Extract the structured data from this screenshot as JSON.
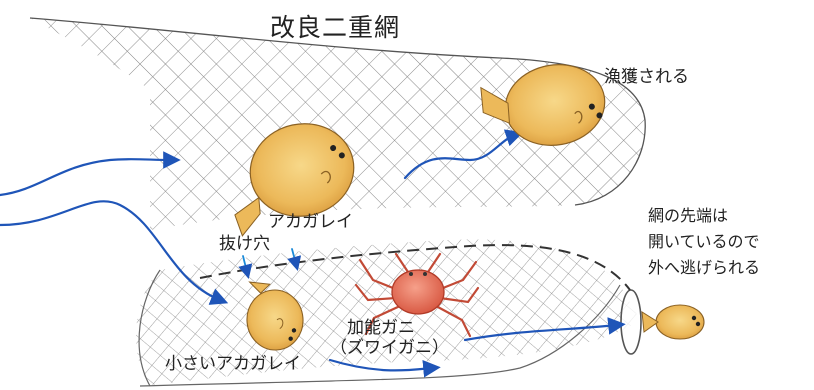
{
  "diagram": {
    "title": "改良二重網",
    "labels": {
      "caught": "漁獲される",
      "flounder": "アカガレイ",
      "escape_hole": "抜け穴",
      "small_flounder": "小さいアカガレイ",
      "crab_line1": "加能ガニ",
      "crab_line2": "（ズワイガニ）",
      "open_tip_line1": "網の先端は",
      "open_tip_line2": "開いているので",
      "open_tip_line3": "外へ逃げられる"
    }
  }
}
